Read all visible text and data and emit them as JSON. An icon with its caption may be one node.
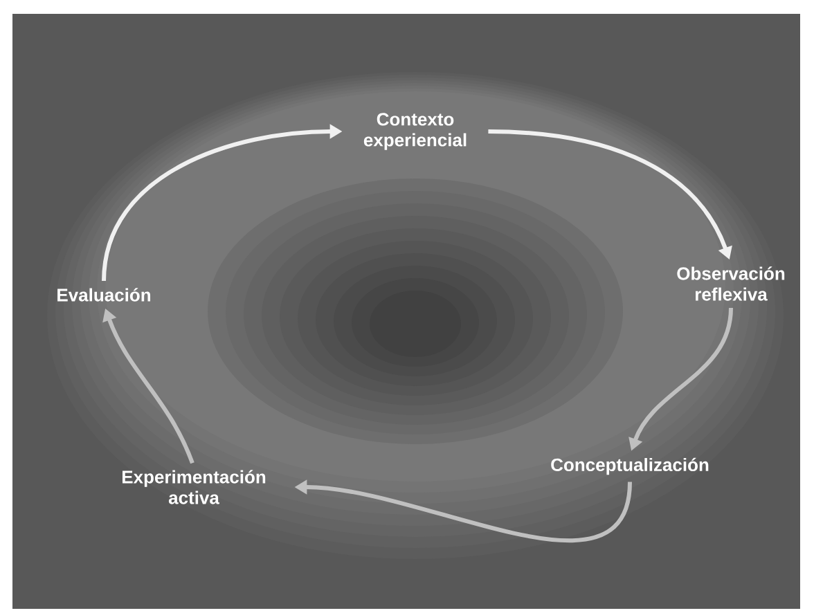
{
  "diagram": {
    "nodes": [
      {
        "text": [
          "Contexto experiencial"
        ]
      },
      {
        "text": [
          "Observación reflexiva"
        ]
      },
      {
        "text": [
          "Conceptualización"
        ]
      },
      {
        "text": [
          "Experimentación activa"
        ]
      },
      {
        "text": [
          "Evaluación"
        ]
      }
    ],
    "edges": [
      {
        "from": 4,
        "to": 0,
        "arrow": "to",
        "color": "#f0f0f0"
      },
      {
        "from": 0,
        "to": 1,
        "arrow": "to",
        "color": "#f0f0f0"
      },
      {
        "from": 1,
        "to": 2,
        "arrow": "to"
      },
      {
        "from": 2,
        "to": 3,
        "arrow": "to"
      },
      {
        "from": 3,
        "to": 4,
        "arrow": "to"
      }
    ]
  }
}
